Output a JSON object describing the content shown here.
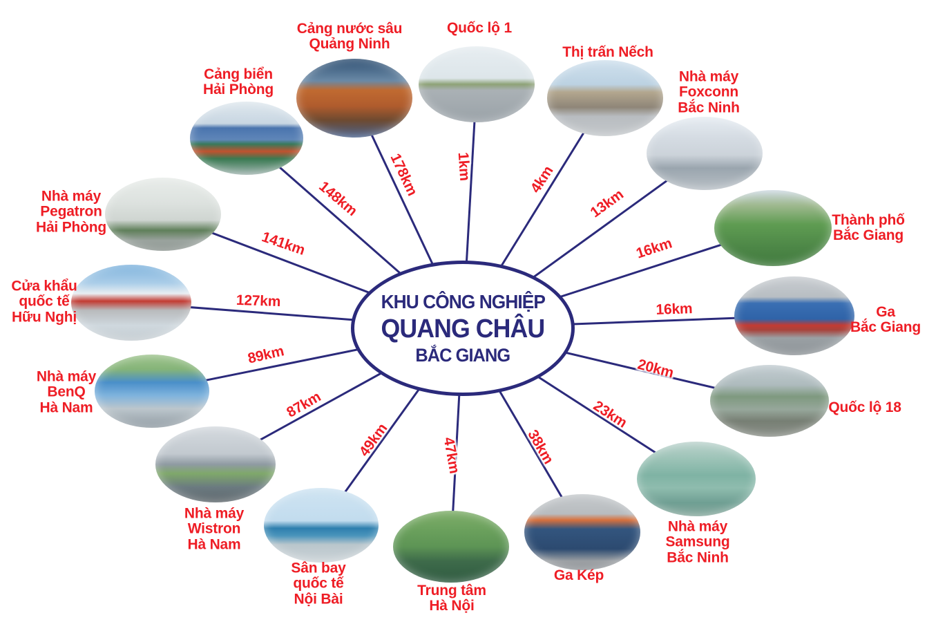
{
  "diagram": {
    "hub": {
      "line1": "KHU CÔNG NGHIỆP",
      "line2": "QUANG CHÂU",
      "line3": "BẮC GIANG"
    },
    "colors": {
      "label_red": "#ee1d25",
      "line_navy": "#2b2a7b",
      "background": "#ffffff"
    },
    "locations": [
      {
        "name_lines": [
          "Cảng biển",
          "Hải Phòng"
        ],
        "distance": "148km",
        "photo": "seaport-cranes-photo"
      },
      {
        "name_lines": [
          "Cảng nước sâu",
          "Quảng Ninh"
        ],
        "distance": "178km",
        "photo": "container-port-aerial-photo"
      },
      {
        "name_lines": [
          "Quốc lộ 1"
        ],
        "distance": "1km",
        "photo": "highway-photo"
      },
      {
        "name_lines": [
          "Thị trấn Nếch"
        ],
        "distance": "4km",
        "photo": "town-street-photo"
      },
      {
        "name_lines": [
          "Nhà máy",
          "Foxconn",
          "Bắc Ninh"
        ],
        "distance": "13km",
        "photo": "factory-gate-photo"
      },
      {
        "name_lines": [
          "Thành phố",
          "Bắc Giang"
        ],
        "distance": "16km",
        "photo": "city-aerial-photo"
      },
      {
        "name_lines": [
          "Ga",
          "Bắc Giang"
        ],
        "distance": "16km",
        "photo": "train-platform-photo"
      },
      {
        "name_lines": [
          "Quốc lộ 18"
        ],
        "distance": "20km",
        "photo": "highway-overpass-photo"
      },
      {
        "name_lines": [
          "Nhà máy",
          "Samsung",
          "Bắc Ninh"
        ],
        "distance": "23km",
        "photo": "factory-aerial-teal-photo"
      },
      {
        "name_lines": [
          "Ga Kép"
        ],
        "distance": "38km",
        "photo": "train-yard-photo"
      },
      {
        "name_lines": [
          "Trung tâm",
          "Hà Nội"
        ],
        "distance": "47km",
        "photo": "turtle-tower-lake-photo"
      },
      {
        "name_lines": [
          "Sân bay",
          "quốc tế",
          "Nội Bài"
        ],
        "distance": "49km",
        "photo": "airport-planes-photo"
      },
      {
        "name_lines": [
          "Nhà máy",
          "Wistron",
          "Hà Nam"
        ],
        "distance": "87km",
        "photo": "factory-campus-photo"
      },
      {
        "name_lines": [
          "Nhà máy",
          "BenQ",
          "Hà Nam"
        ],
        "distance": "89km",
        "photo": "factory-aerial-blue-photo"
      },
      {
        "name_lines": [
          "Cửa khẩu",
          "quốc tế",
          "Hữu Nghị"
        ],
        "distance": "127km",
        "photo": "border-gate-photo"
      },
      {
        "name_lines": [
          "Nhà máy",
          "Pegatron",
          "Hải Phòng"
        ],
        "distance": "141km",
        "photo": "factory-entrance-photo"
      }
    ]
  }
}
